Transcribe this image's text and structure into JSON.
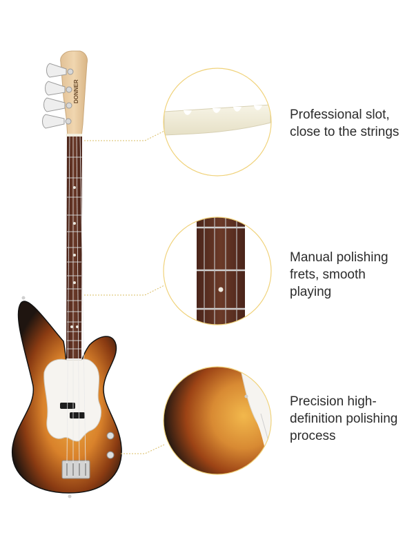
{
  "product": {
    "brand_mark": "DONNER"
  },
  "features": [
    {
      "lines": [
        "Professional slot,",
        "close to the strings"
      ],
      "detail": "nut"
    },
    {
      "lines": [
        "Manual polishing",
        "frets, smooth",
        "playing"
      ],
      "detail": "fretboard"
    },
    {
      "lines": [
        "Precision high-",
        "definition polishing",
        "process"
      ],
      "detail": "body-edge"
    }
  ],
  "colors": {
    "circle_border": "#f0d27a",
    "leader_line": "#d9bc62",
    "headstock_wood": "#e6c9a0",
    "fretboard": "#5a2f22",
    "sunburst_dark": "#2a1d15",
    "sunburst_mid": "#b8561a",
    "sunburst_light": "#e8a33a",
    "pickguard": "#f5f3ef",
    "nut_bone": "#f2efdf",
    "text": "#2b2b2b"
  }
}
